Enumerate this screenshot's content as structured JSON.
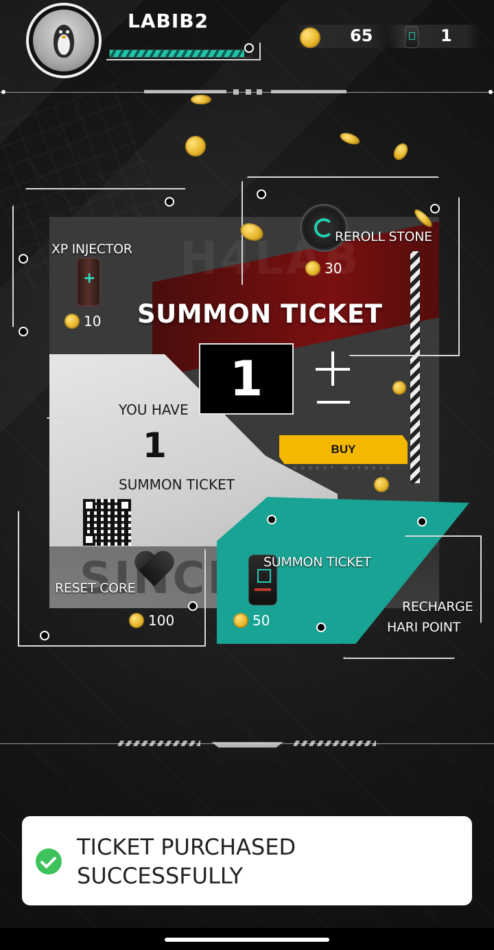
{
  "header": {
    "username": "LABIB2",
    "xp_progress": 0.95,
    "coins": "65",
    "tickets": "1"
  },
  "summon": {
    "title": "SUMMON TICKET",
    "quantity": "1",
    "buy_label": "BUY",
    "buy_sub": "HONEST WITNESS",
    "you_have_label": "YOU HAVE",
    "you_have_count": "1",
    "you_have_item": "SUMMON TICKET",
    "watermark_top": "H4LAB",
    "watermark_bottom": "SINCE"
  },
  "shop_items": {
    "xp_injector": {
      "label": "XP INJECTOR",
      "price": "10"
    },
    "reroll_stone": {
      "label": "REROLL STONE",
      "price": "30"
    },
    "reset_core": {
      "label": "RESET CORE",
      "price": "100"
    },
    "summon_ticket": {
      "label": "SUMMON TICKET",
      "price": "50"
    },
    "recharge": {
      "line1": "RECHARGE",
      "line2": "HARI POINT"
    }
  },
  "toast": {
    "line1": "TICKET PURCHASED",
    "line2": "SUCCESSFULLY",
    "accent": "#3ec25c"
  },
  "colors": {
    "teal": "#18a394",
    "gold": "#f5b800",
    "red": "#7a1010"
  },
  "icons": [
    "penguin-avatar",
    "coin-icon",
    "ticket-icon",
    "xp-vial-icon",
    "reroll-stone-icon",
    "heart-core-icon",
    "qr-code",
    "check-icon"
  ]
}
